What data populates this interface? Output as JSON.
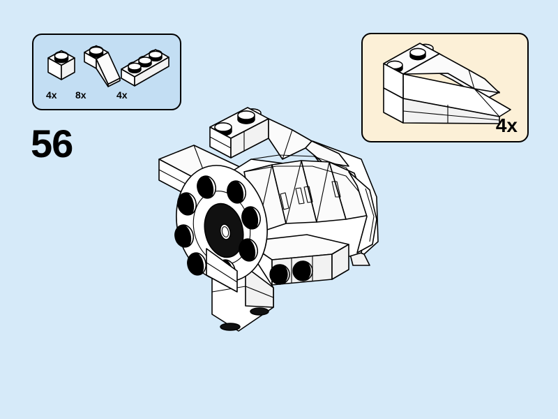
{
  "page": {
    "background_color": "#d6eaf9",
    "type": "lego-building-instructions"
  },
  "step": {
    "number": "56"
  },
  "parts_box": {
    "name": "parts-inventory-box",
    "background_color": "#c3def3",
    "border_color": "#000000",
    "parts": [
      {
        "icon": "brick-1x1",
        "label": "brick 1x1",
        "quantity": "4x"
      },
      {
        "icon": "slope-1x3",
        "label": "slope 33 1x3",
        "quantity": "8x"
      },
      {
        "icon": "brick-1x3",
        "label": "brick 1x3",
        "quantity": "4x"
      }
    ]
  },
  "callout_box": {
    "name": "sub-assembly-callout",
    "background_color": "#fcf0d7",
    "border_color": "#000000",
    "quantity": "4x",
    "sub_assembly": "wedge-sub-assembly"
  },
  "main_model": {
    "name": "spaceship-engine-assembly",
    "description": "white LEGO spaceship engine section with circular thruster ring",
    "stud_count_engine_ring": 8
  }
}
